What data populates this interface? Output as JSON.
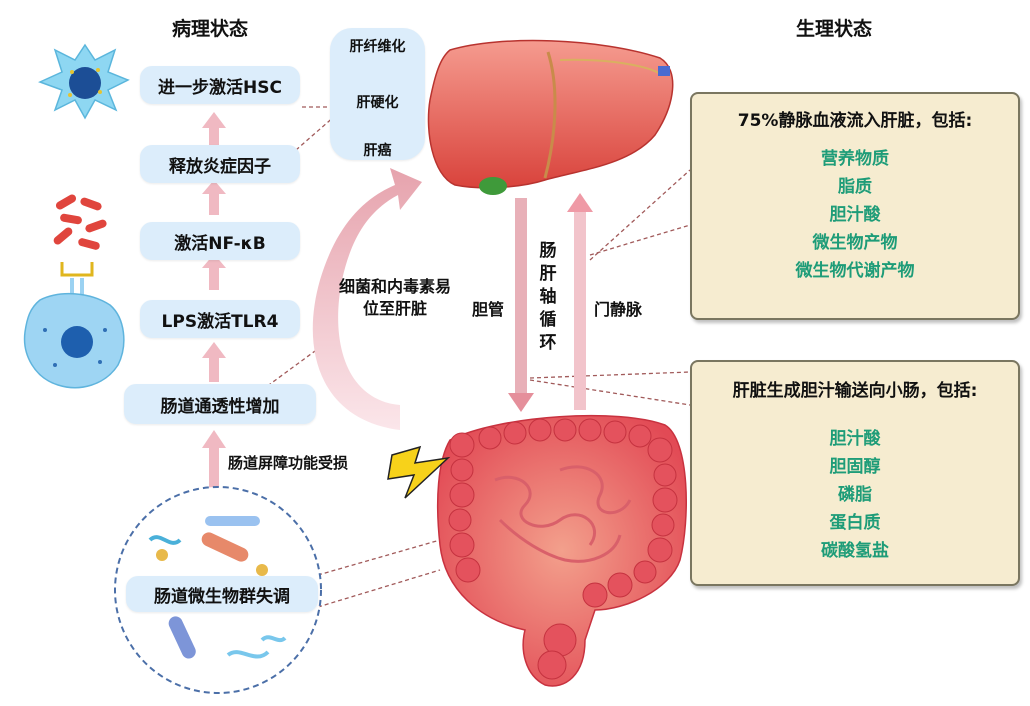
{
  "left_heading": "病理状态",
  "right_heading": "生理状态",
  "pathology_steps": [
    "进一步激活HSC",
    "释放炎症因子",
    "激活NF-κB",
    "LPS激活TLR4",
    "肠道通透性增加"
  ],
  "liver_progression": [
    "肝纤维化",
    "肝硬化",
    "肝癌"
  ],
  "barrier_damage_label": "肠道屏障功能受损",
  "dysbiosis_label": "肠道微生物群失调",
  "translocation_label": "细菌和内毒素易位至肝脏",
  "bile_duct_label": "胆管",
  "portal_vein_label": "门静脉",
  "axis_label": "肠肝轴循环",
  "portal_box": {
    "title": "75%静脉血液流入肝脏，包括:",
    "items": [
      "营养物质",
      "脂质",
      "胆汁酸",
      "微生物产物",
      "微生物代谢产物"
    ]
  },
  "bile_box": {
    "title": "肝脏生成胆汁输送向小肠，包括:",
    "items": [
      "胆汁酸",
      "胆固醇",
      "磷脂",
      "蛋白质",
      "碳酸氢盐"
    ]
  }
}
